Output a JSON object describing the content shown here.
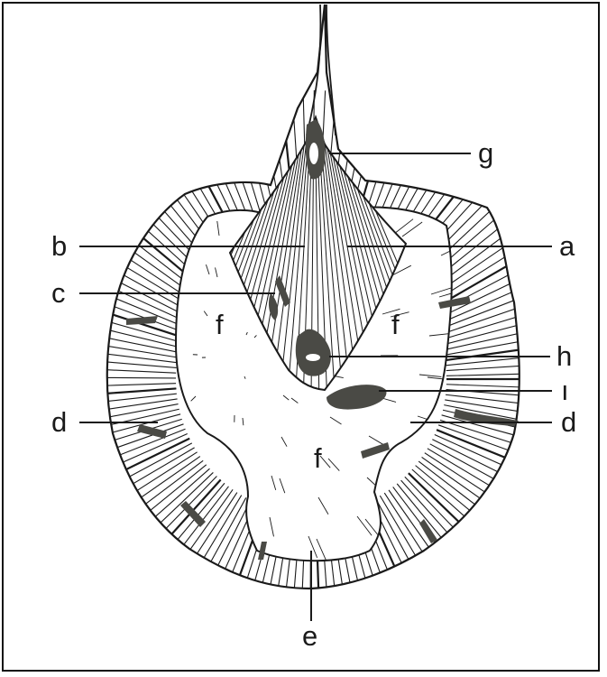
{
  "figure": {
    "labels": {
      "a": "a",
      "b": "b",
      "c": "c",
      "d_left": "d",
      "d_right": "d",
      "e": "e",
      "f_left": "f",
      "f_right": "f",
      "f_bottom": "f",
      "g": "g",
      "h": "h",
      "i": "ı"
    },
    "colors": {
      "ink": "#1a1a1a",
      "shaded_region": "#4a4a45",
      "background": "#ffffff",
      "frame": "#111111"
    }
  }
}
